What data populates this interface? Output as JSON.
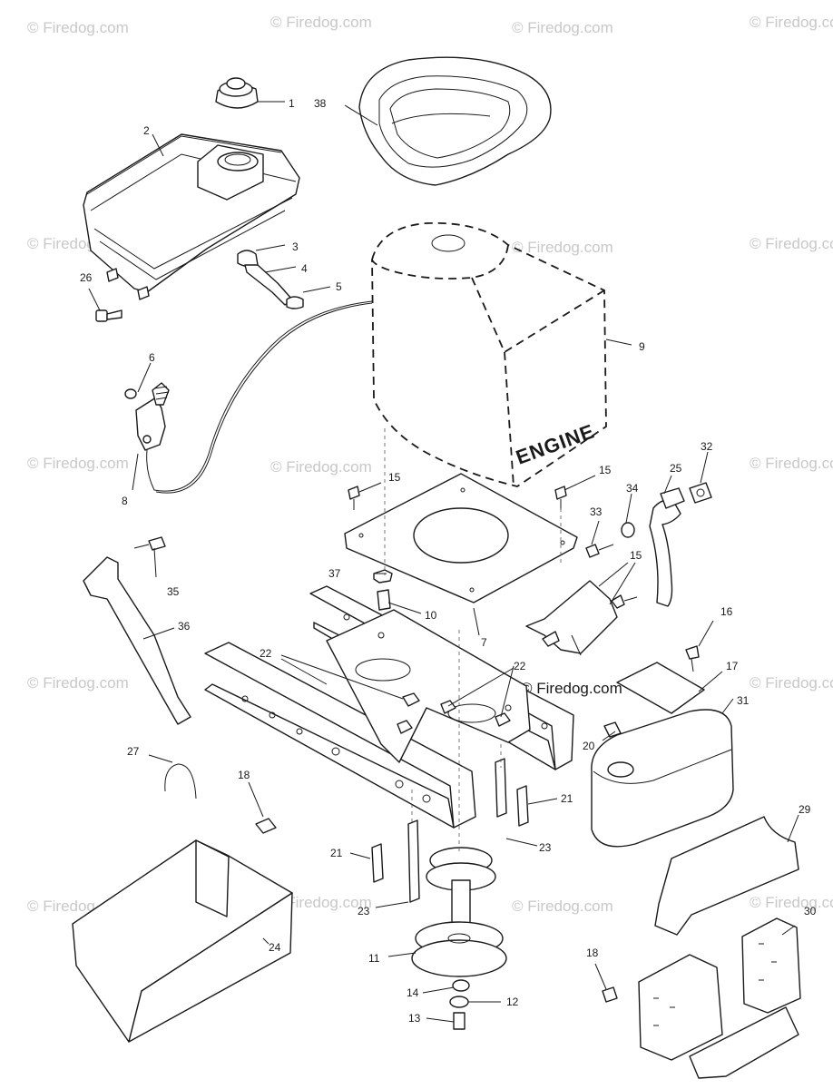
{
  "watermark": "© Firedog.com",
  "engine_label": "ENGINE",
  "callouts": [
    "1",
    "2",
    "3",
    "4",
    "5",
    "6",
    "7",
    "8",
    "9",
    "10",
    "11",
    "12",
    "13",
    "14",
    "15",
    "16",
    "17",
    "18",
    "20",
    "21",
    "22",
    "23",
    "24",
    "25",
    "26",
    "27",
    "29",
    "30",
    "31",
    "32",
    "33",
    "34",
    "35",
    "36",
    "37",
    "38"
  ]
}
